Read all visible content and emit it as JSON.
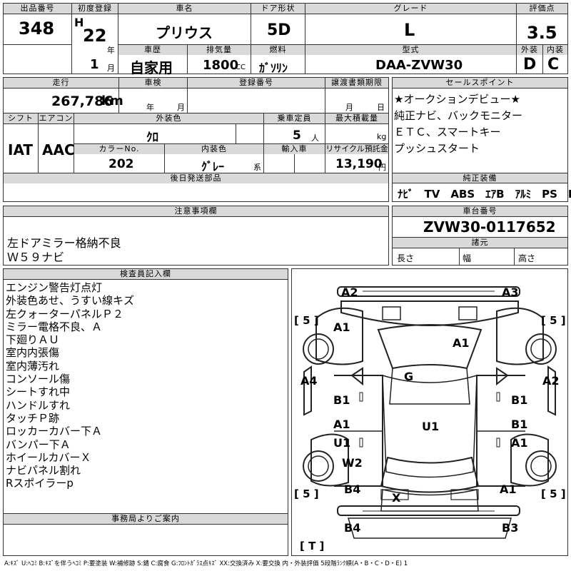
{
  "top": {
    "lot_no_label": "出品番号",
    "lot_no": "348",
    "first_reg_label": "初度登録",
    "era": "H",
    "year": "22",
    "year_unit": "年",
    "month": "1",
    "month_unit": "月",
    "car_name_label": "車名",
    "car_name": "プリウス",
    "door_label": "ドア形状",
    "door": "5D",
    "grade_label": "グレード",
    "grade": "L",
    "score_label": "評価点",
    "score": "3.5",
    "ext_label": "外装",
    "ext_score": "D",
    "int_label": "内装",
    "int_score": "C",
    "history_label": "車歴",
    "history": "自家用",
    "displacement_label": "排気量",
    "displacement": "1800",
    "cc": "CC",
    "fuel_label": "燃料",
    "fuel": "ｶﾞｿﾘﾝ",
    "model_label": "型式",
    "model": "DAA-ZVW30"
  },
  "mid": {
    "mileage_label": "走行",
    "mileage": "267,786",
    "km": "km",
    "inspection_label": "車検",
    "insp_year_unit": "年",
    "insp_month_unit": "月",
    "reg_no_label": "登録番号",
    "transfer_label": "譲渡書類期限",
    "transfer_month": "月",
    "transfer_day": "日",
    "shift_label": "シフト",
    "shift": "IAT",
    "ac_label": "エアコン",
    "ac": "AAC",
    "ext_color_label": "外装色",
    "ext_color": "ｸﾛ",
    "capacity_label": "乗車定員",
    "capacity": "5",
    "capacity_unit": "人",
    "max_load_label": "最大積載量",
    "kg": "kg",
    "color_no_label": "カラーNo.",
    "color_no": "202",
    "int_color_label": "内装色",
    "int_color": "ｸﾞﾚｰ",
    "int_color_unit": "系",
    "import_label": "輸入車",
    "recycle_label": "リサイクル預託金",
    "recycle": "13,190",
    "yen": "円",
    "later_parts_label": "後日発送部品"
  },
  "sales": {
    "label": "セールスポイント",
    "lines": [
      "★オークションデビュー★",
      "純正ナビ、バックモニター",
      "ＥＴＣ、スマートキー",
      "プッシュスタート"
    ]
  },
  "equipment": {
    "label": "純正装備",
    "items": "ﾅﾋﾞ　TV　ABS　ｴｱB　ｱﾙﾐ　PS　PW"
  },
  "caution": {
    "label": "注意事項欄",
    "lines": [
      "左ドアミラー格納不良",
      "Ｗ５９ナビ"
    ]
  },
  "chassis": {
    "label": "車台番号",
    "number": "ZVW30-0117652",
    "spec_label": "諸元",
    "length_label": "長さ",
    "width_label": "幅",
    "height_label": "高さ"
  },
  "inspector": {
    "label": "検査員記入欄",
    "lines": [
      "エンジン警告灯点灯",
      "外装色あせ、うすい線キズ",
      "左クォーターパネルＰ２",
      "ミラー電格不良、Ａ",
      "下廻りＡＵ",
      "室内内張傷",
      "室内薄汚れ",
      "コンソール傷",
      "シートすれ中",
      "ハンドルすれ",
      "タッチＰ跡",
      "ロッカーカバー下Ａ",
      "バンパー下Ａ",
      "ホイールカバーＸ",
      "ナビパネル割れ",
      "Rスポイラーp"
    ]
  },
  "office": {
    "label": "事務局よりご案内"
  },
  "diagram": {
    "marks": {
      "a2_top": "A2",
      "a3_top": "A3",
      "a1_lf": "A1",
      "a1_roof": "A1",
      "a4_left": "A4",
      "a2_right": "A2",
      "g": "G",
      "b1_l": "B1",
      "b1_r": "B1",
      "a1_ml": "A1",
      "b1_mr": "B1",
      "u1_l": "U1",
      "u1_c": "U1",
      "a1_mr": "A1",
      "w2": "W2",
      "b4_l": "B4",
      "x_mark": "X",
      "a1_rr": "A1",
      "b4_bl": "B4",
      "b3_br": "B3"
    },
    "brackets": {
      "tl": "[ 5 ]",
      "tr": "[ 5 ]",
      "bl": "[ 5 ]",
      "br": "[ 5 ]",
      "t": "[ T ]"
    }
  },
  "legend": "A:ｷｽﾞ U:ﾍｺﾐ B:ｷｽﾞを伴うﾍｺﾐ P:要塗装 W:補修跡 S:錆 C:腐食 G:ﾌﾛﾝﾄｶﾞﾗｽ点ｷｽﾞ XX:交換済み X:要交換 内・外装評価 5段階ﾗﾝｸ順(A・B・C・D・E) 1"
}
